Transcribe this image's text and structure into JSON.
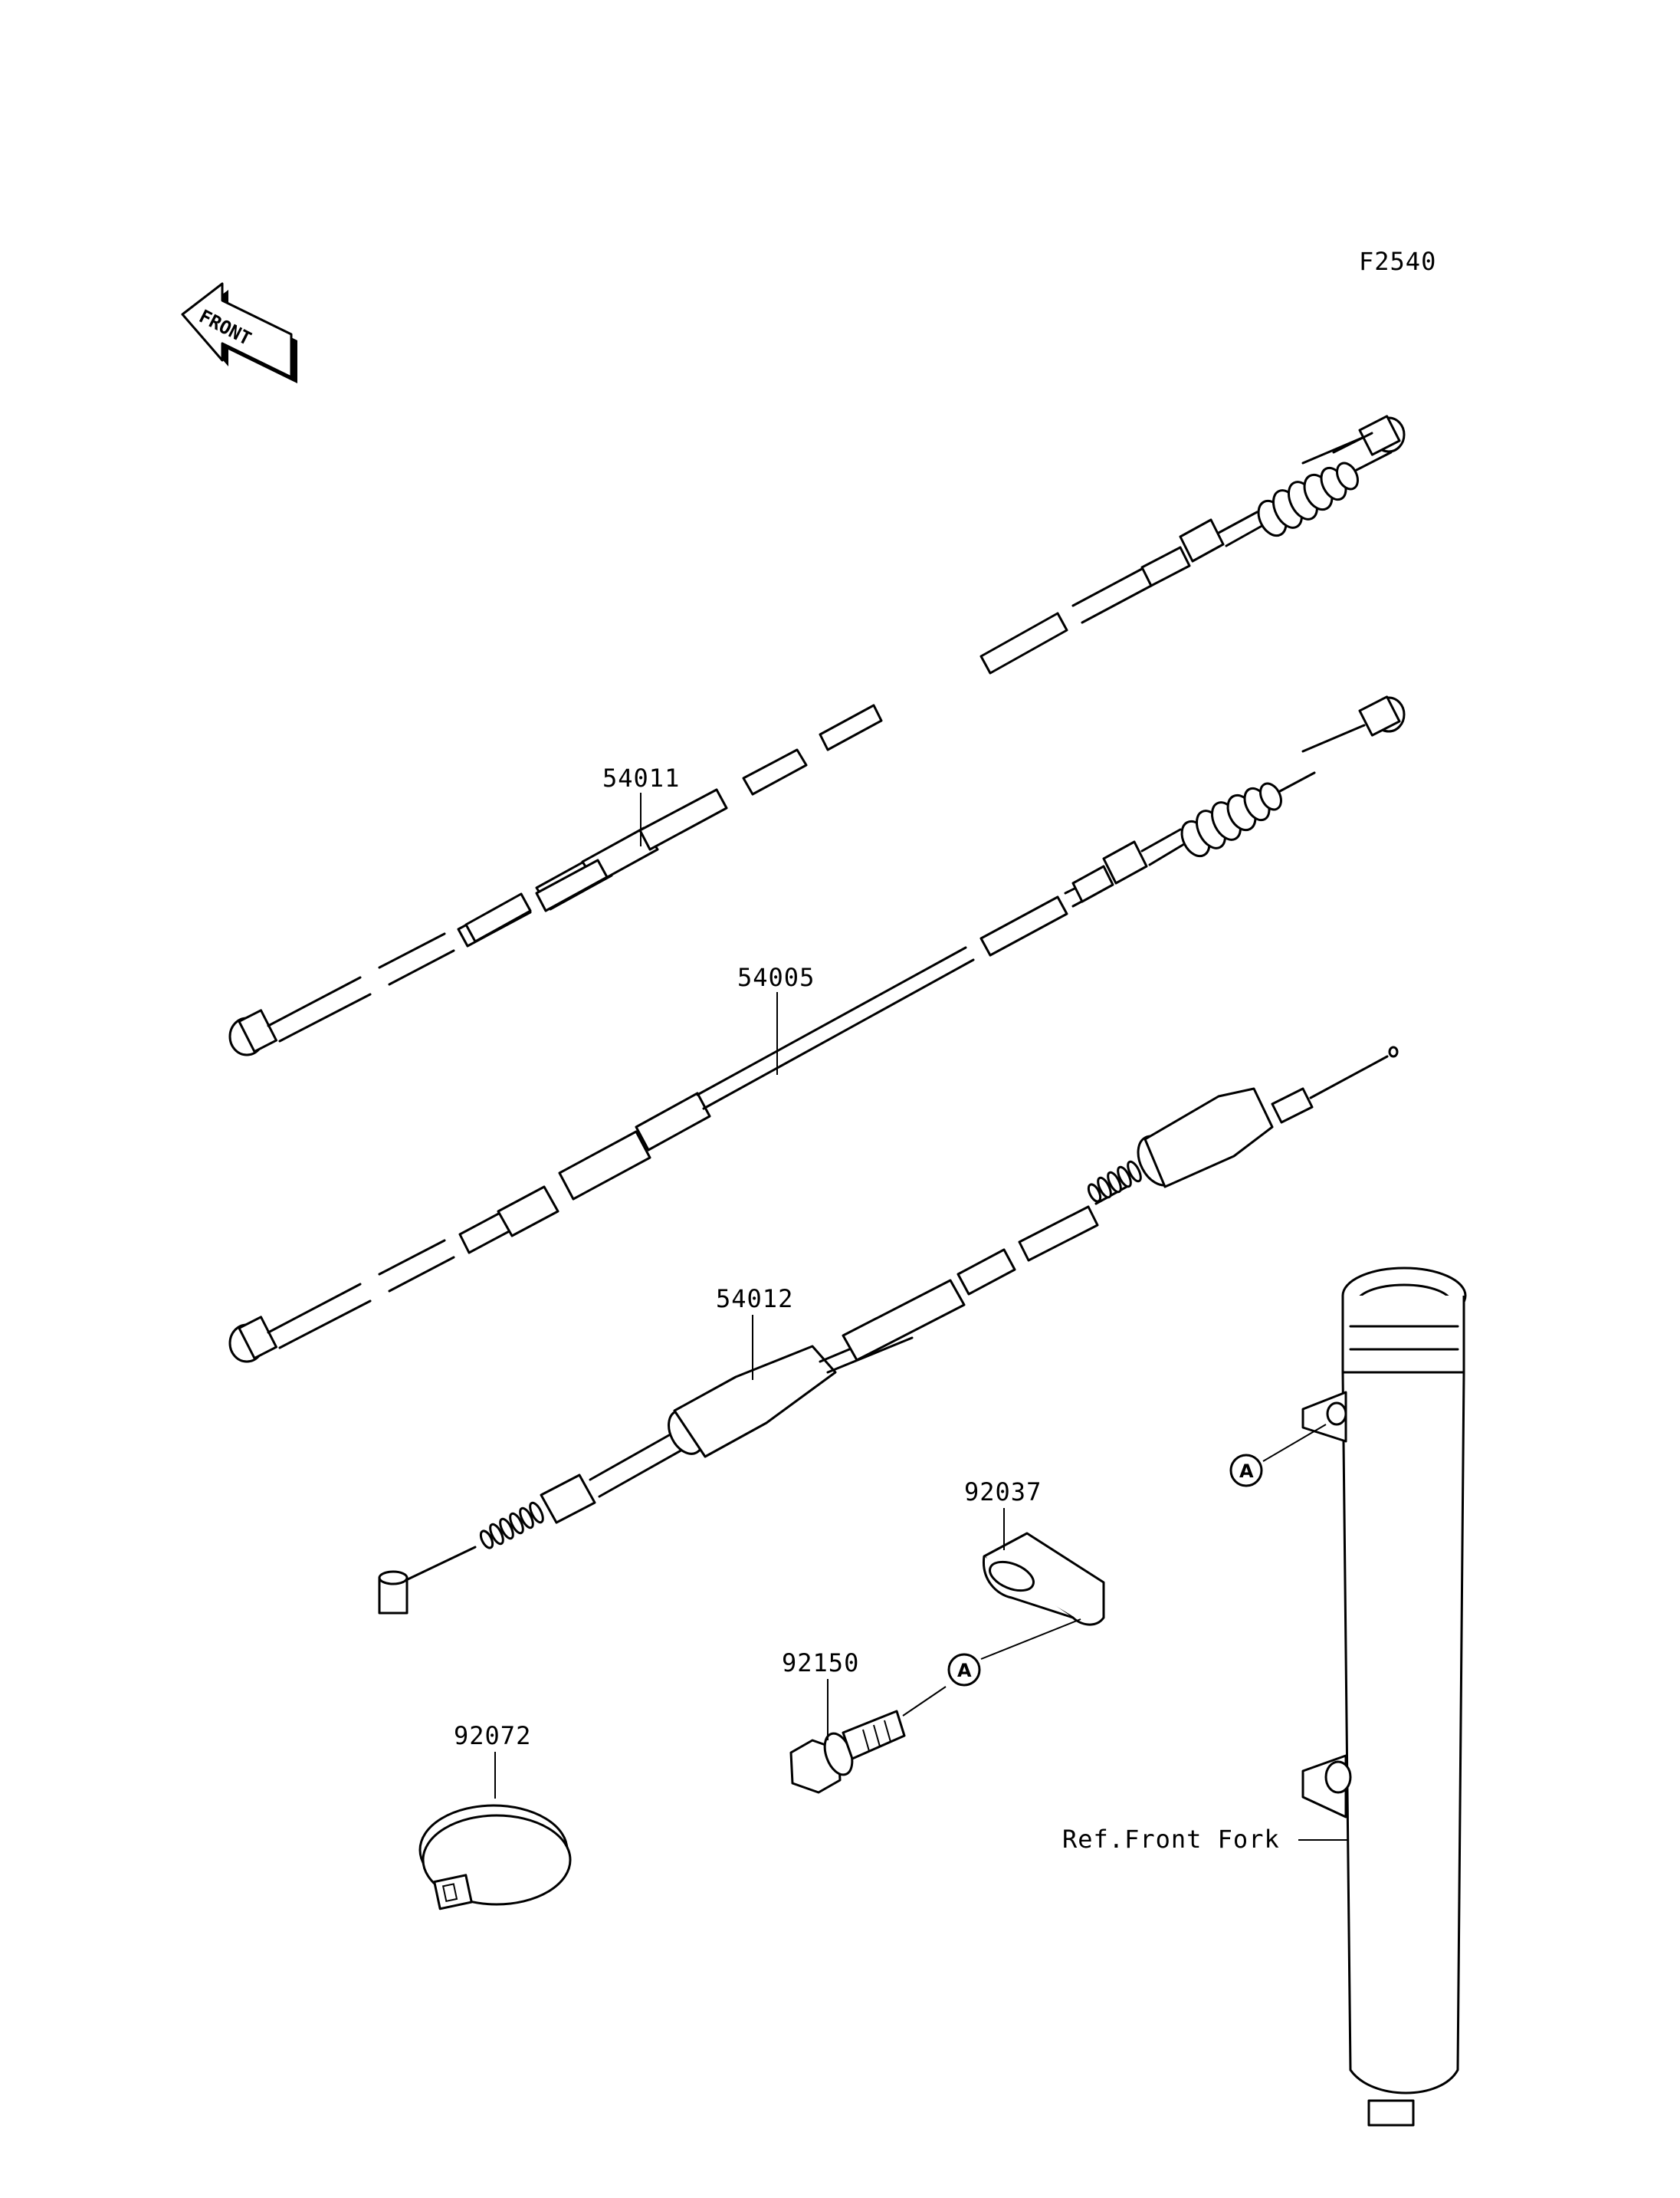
{
  "figure_id": "F2540",
  "direction_indicator": "FRONT",
  "parts": [
    {
      "number": "54011"
    },
    {
      "number": "54005"
    },
    {
      "number": "54012"
    },
    {
      "number": "92037"
    },
    {
      "number": "92150"
    },
    {
      "number": "92072"
    }
  ],
  "reference_label": "Ref.Front Fork",
  "callout_letter": "A"
}
